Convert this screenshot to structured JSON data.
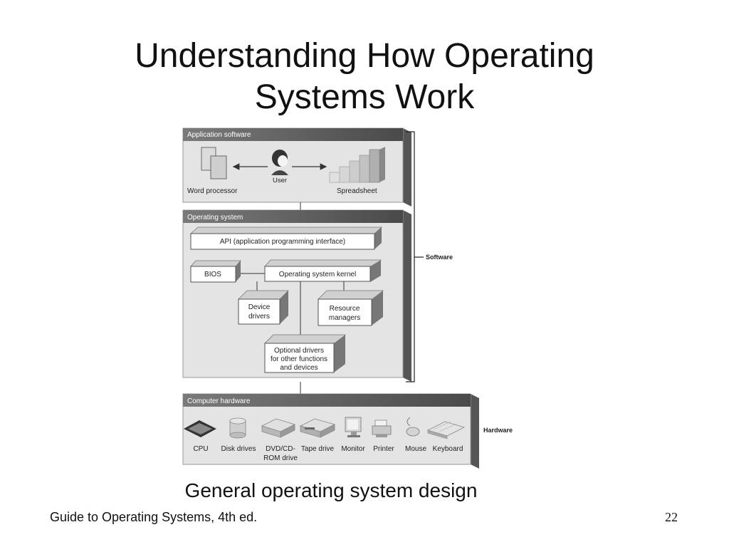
{
  "slide": {
    "title_line1": "Understanding How Operating",
    "title_line2": "Systems Work",
    "caption": "General operating system design",
    "footer": "Guide to Operating Systems, 4th ed.",
    "page_number": "22"
  },
  "diagram": {
    "application_section": {
      "header": "Application software",
      "word_processor": "Word processor",
      "user": "User",
      "spreadsheet": "Spreadsheet"
    },
    "os_section": {
      "header": "Operating system",
      "api": "API (application programming interface)",
      "bios": "BIOS",
      "kernel": "Operating system kernel",
      "device_drivers_line1": "Device",
      "device_drivers_line2": "drivers",
      "resource_managers_line1": "Resource",
      "resource_managers_line2": "managers",
      "optional_line1": "Optional drivers",
      "optional_line2": "for other functions",
      "optional_line3": "and devices"
    },
    "hardware_section": {
      "header": "Computer hardware",
      "items": [
        "CPU",
        "Disk drives",
        "DVD/CD-",
        "Tape drive",
        "Monitor",
        "Printer",
        "Mouse",
        "Keyboard"
      ],
      "dvd_line2": "ROM drive"
    },
    "software_label": "Software",
    "hardware_label": "Hardware"
  }
}
